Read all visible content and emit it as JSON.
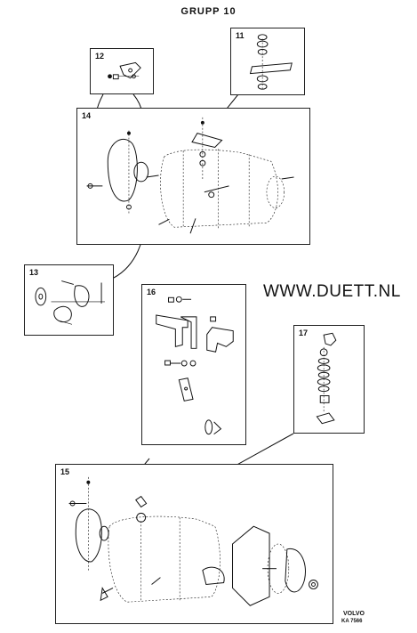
{
  "header": {
    "title": "GRUPP 10"
  },
  "watermark": {
    "text": "WWW.DUETT.NL"
  },
  "footer": {
    "brand": "VOLVO",
    "code": "KA 7566"
  },
  "panels": [
    {
      "number": "11"
    },
    {
      "number": "12"
    },
    {
      "number": "13"
    },
    {
      "number": "14"
    },
    {
      "number": "15"
    },
    {
      "number": "16"
    },
    {
      "number": "17"
    }
  ]
}
